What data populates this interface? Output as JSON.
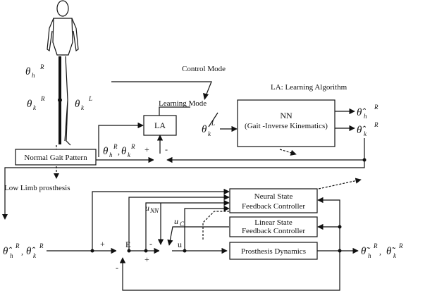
{
  "labels": {
    "control_mode": "Control Mode",
    "learning_mode": "Learning Mode",
    "la_legend": "LA: Learning Algorithm",
    "prosthesis": "Low Limb prosthesis",
    "normal_gait": "Normal Gait Pattern",
    "la_block": "LA",
    "nn_title": "NN",
    "nn_sub": "(Gait -Inverse Kinematics)",
    "neural_1": "Neural State",
    "neural_2": "Feedback Controller",
    "linear_1": "Linear State",
    "linear_2": "Feedback Controller",
    "dynamics": "Prosthesis Dynamics",
    "e": "E",
    "u": "u",
    "u_nn": "NN",
    "u_c": "C",
    "plus": "+",
    "minus": "-",
    "theta": "θ",
    "theta_hat": "θ̂",
    "theta_tilde": "θ̃",
    "h": "h",
    "k": "k",
    "R": "R",
    "L": "L",
    "comma": ","
  }
}
